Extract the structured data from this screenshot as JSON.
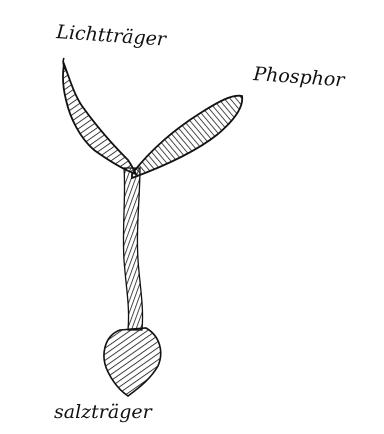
{
  "labels": {
    "light_carrier": "Lichtträger",
    "phosphor": "Phosphor",
    "salt_carrier": "salzträger"
  },
  "colors": {
    "ink": "#111111",
    "background": "#ffffff"
  }
}
